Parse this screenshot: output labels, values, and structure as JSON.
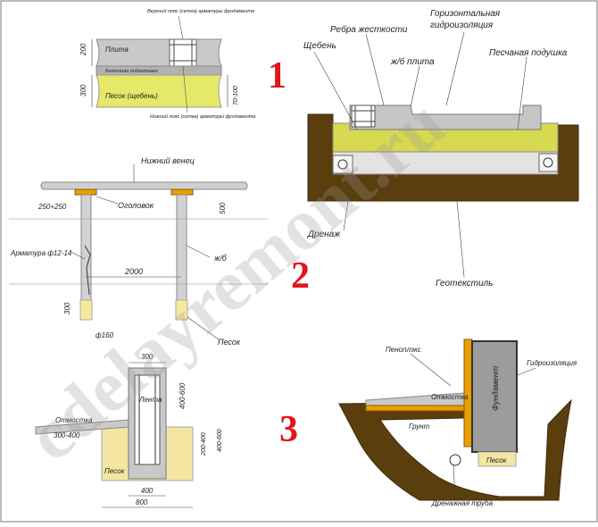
{
  "section_numbers": [
    "1",
    "2",
    "3"
  ],
  "watermark": "cdelayremont.ru",
  "diagram1": {
    "top_annotation": "Верхний пояс (сетка) арматуры фундамента",
    "bottom_annotation": "Нижний пояс (сетка) арматуры фундамента",
    "slab": "Плита",
    "concrete_prep": "Бетонная подготовка",
    "sand": "Песок (щебень)",
    "dim_200": "200",
    "dim_300": "300",
    "dim_70_100": "70-100"
  },
  "diagram_slab": {
    "ribs": "Ребра жесткости",
    "horizontal_waterproofing": "Горизонтальная гидроизоляция",
    "gravel": "Щебень",
    "rc_slab": "ж/б плита",
    "sand_cushion": "Песчаная подушка",
    "drainage": "Дренаж",
    "geotextile": "Геотекстиль"
  },
  "diagram2": {
    "lower_crown": "Нижний венец",
    "head": "Оголовок",
    "dim_250": "250+250",
    "dim_500": "500",
    "rebar": "Арматура ф12-14",
    "rc": "ж/б",
    "dim_2000": "2000",
    "dim_300": "300",
    "diameter": "ф160",
    "sand": "Песок"
  },
  "diagram3": {
    "dim_300": "300",
    "tape": "Лента",
    "dim_400_600": "400-600",
    "blind_area": "Отмостка",
    "dim_300_400": "300-400",
    "dim_200_400": "200-400",
    "dim_400_600b": "400-600",
    "sand": "Песок",
    "dim_400": "400",
    "dim_800": "800"
  },
  "diagram_foundation": {
    "penoplex": "Пеноплэкс",
    "waterproofing": "Гидроизоляция",
    "blind_area": "Отмостка",
    "foundation": "Фундамент",
    "soil": "Грунт",
    "sand": "Песок",
    "drain_pipe": "Дренажная труба"
  },
  "colors": {
    "soil": "#5b3e0e",
    "sand": "#f2e6a2",
    "sand_green": "#e8ea6a",
    "concrete": "#b9b9b9",
    "slab": "#c8c8c8",
    "waterproofing_orange": "#e8a000",
    "accent_red": "#e0161b"
  }
}
